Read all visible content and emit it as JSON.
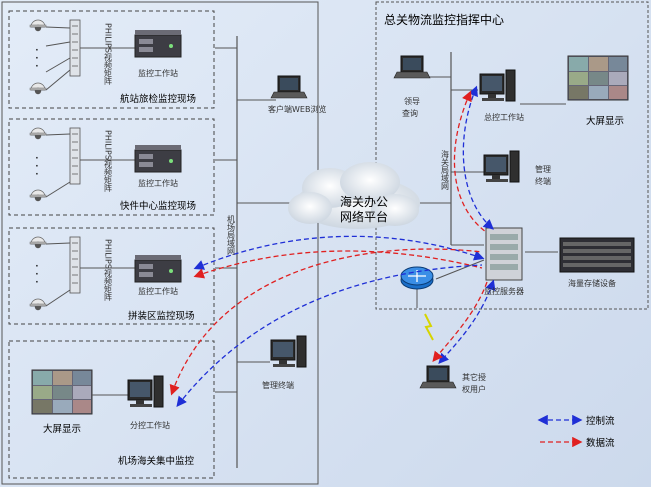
{
  "diagram": {
    "center_title": "总关物流监控指挥中心",
    "cloud_label_line1": "海关办公",
    "cloud_label_line2": "网络平台",
    "airport_lan": "机场局域网",
    "customs_lan": "海关局域网",
    "sites": [
      {
        "title": "航站旅检监控现场",
        "matrix": "PHILIPS视频矩阵",
        "workstation": "监控工作站"
      },
      {
        "title": "快件中心监控现场",
        "matrix": "PHILIPS视频矩阵",
        "workstation": "监控工作站"
      },
      {
        "title": "拼装区监控现场",
        "matrix": "PHILIPS视频矩阵",
        "workstation": "监控工作站"
      }
    ],
    "client_web": "客户端WEB浏览",
    "mgmt_terminal_left": "管理终端",
    "central_monitor": {
      "title": "机场海关集中监控",
      "big_screen": "大屏显示",
      "workstation": "分控工作站"
    },
    "leader": {
      "line1": "领导",
      "line2": "查询"
    },
    "main_workstation": "总控工作站",
    "big_screen_right": "大屏显示",
    "mgmt_terminal_right": {
      "line1": "管理",
      "line2": "终端"
    },
    "monitor_server": "监控服务器",
    "storage": "海量存储设备",
    "other_users": {
      "line1": "其它授",
      "line2": "权用户"
    },
    "legend": {
      "control": "控制流",
      "data": "数据流"
    },
    "colors": {
      "control": "#1f2fd6",
      "data": "#e02020",
      "frame": "#555555"
    }
  }
}
